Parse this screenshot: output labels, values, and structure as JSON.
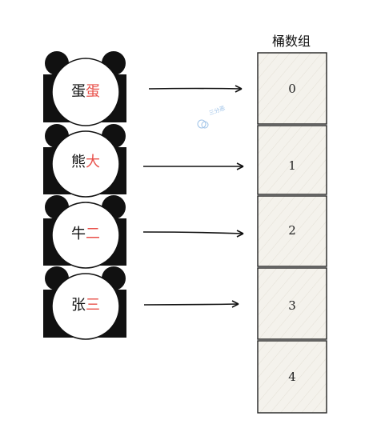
{
  "bucket_array": {
    "title": "桶数组",
    "buckets": [
      "0",
      "1",
      "2",
      "3",
      "4"
    ]
  },
  "pandas": [
    {
      "first": "蛋",
      "second": "蛋"
    },
    {
      "first": "熊",
      "second": "大"
    },
    {
      "first": "牛",
      "second": "二"
    },
    {
      "first": "张",
      "second": "三"
    }
  ],
  "watermark": "三分恶",
  "colors": {
    "first_char": "#111111",
    "second_char": "#e8504a",
    "panda_black": "#111111",
    "bucket_fill": "#f4f2ec",
    "bucket_stroke": "#222222",
    "watermark": "#9fc3e8"
  }
}
